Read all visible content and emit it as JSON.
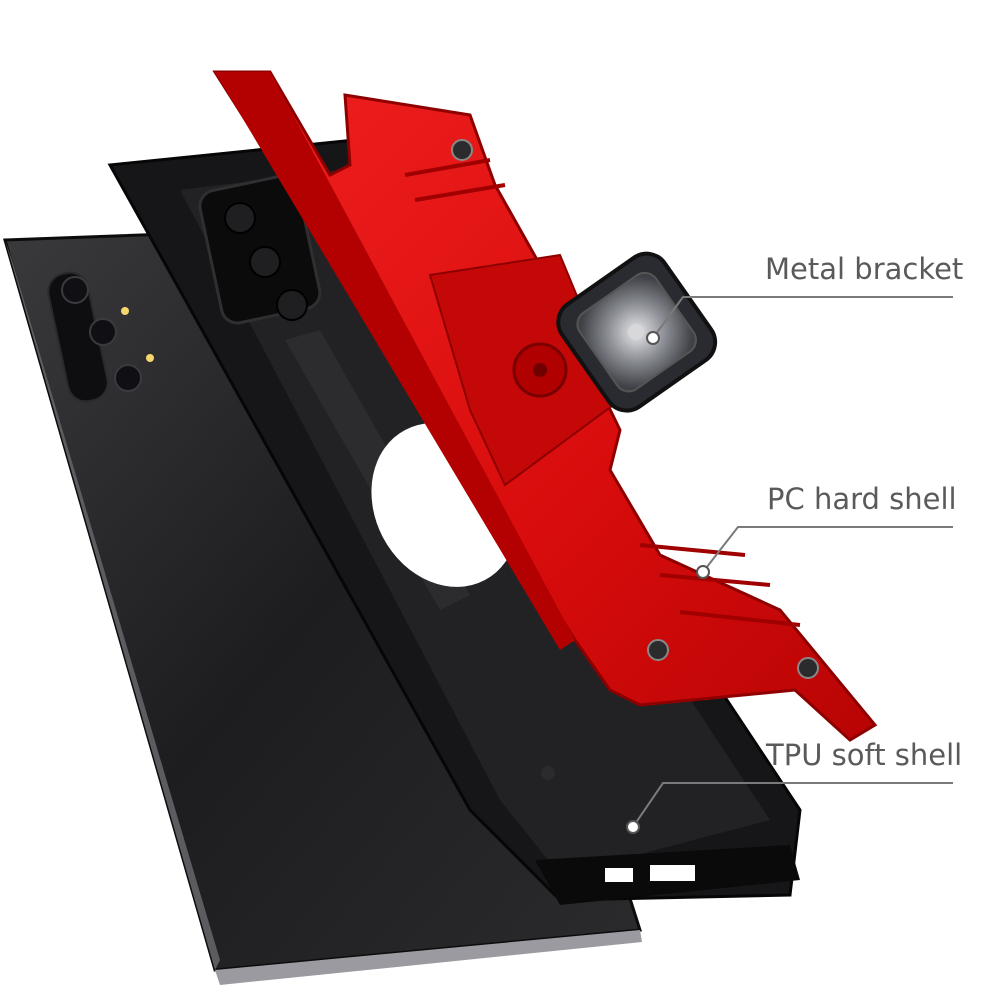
{
  "callouts": {
    "metal_bracket": "Metal bracket",
    "pc_hard_shell": "PC hard shell",
    "tpu_soft_shell": "TPU soft shell"
  },
  "colors": {
    "case_red": "#e01010",
    "case_red_dark": "#a80000",
    "phone_black": "#1a1a1a",
    "callout_text": "#5a5a5a",
    "callout_line": "#7a7a7a"
  },
  "icons": [
    "ring-stand-icon",
    "screw-icon"
  ]
}
